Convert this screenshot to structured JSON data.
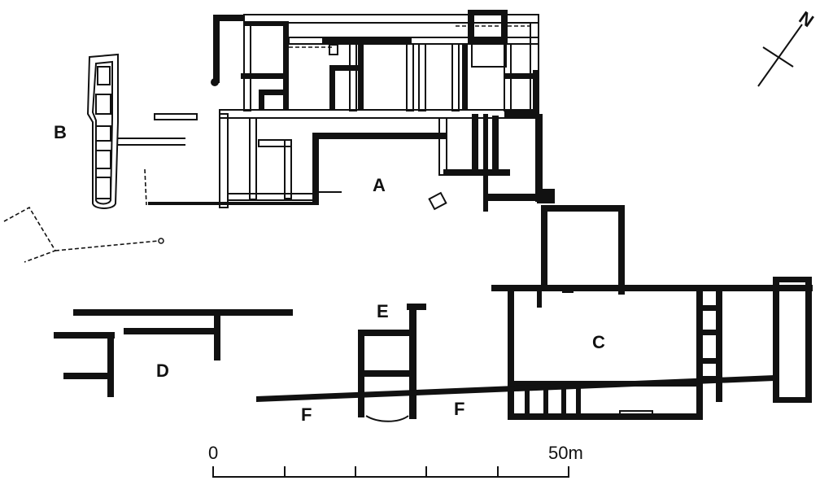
{
  "labels": {
    "a": "A",
    "b": "B",
    "c": "C",
    "d": "D",
    "e": "E",
    "f1": "F",
    "f2": "F"
  },
  "north": "N",
  "scale": {
    "start": "0",
    "end": "50m"
  }
}
